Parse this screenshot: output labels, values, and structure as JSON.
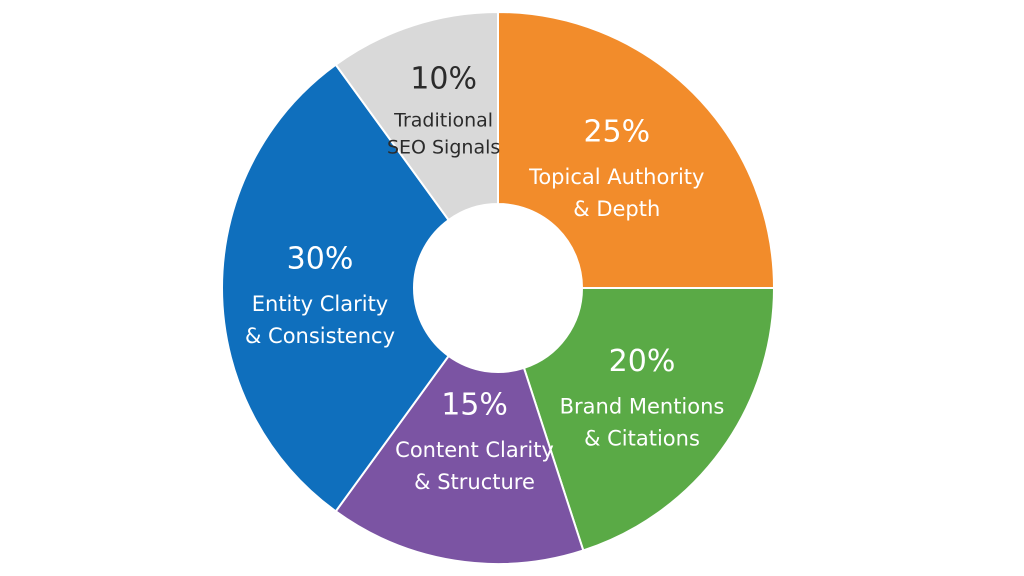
{
  "chart_data": {
    "type": "pie",
    "donut": true,
    "start_angle_deg": 0,
    "direction": "clockwise",
    "slices": [
      {
        "value": 25,
        "label": "25%",
        "category_lines": [
          "Topical Authority",
          "& Depth"
        ],
        "color": "#f28c2b",
        "text_color": "#ffffff"
      },
      {
        "value": 20,
        "label": "20%",
        "category_lines": [
          "Brand Mentions",
          "& Citations"
        ],
        "color": "#5aaa46",
        "text_color": "#ffffff"
      },
      {
        "value": 15,
        "label": "15%",
        "category_lines": [
          "Content Clarity",
          "& Structure"
        ],
        "color": "#7b54a3",
        "text_color": "#ffffff"
      },
      {
        "value": 30,
        "label": "30%",
        "category_lines": [
          "Entity Clarity",
          "& Consistency"
        ],
        "color": "#0f6fbd",
        "text_color": "#ffffff"
      },
      {
        "value": 10,
        "label": "10%",
        "category_lines": [
          "Traditional",
          "SEO Signals"
        ],
        "color": "#d9d9d9",
        "text_color": "#2b2b2b"
      }
    ]
  }
}
